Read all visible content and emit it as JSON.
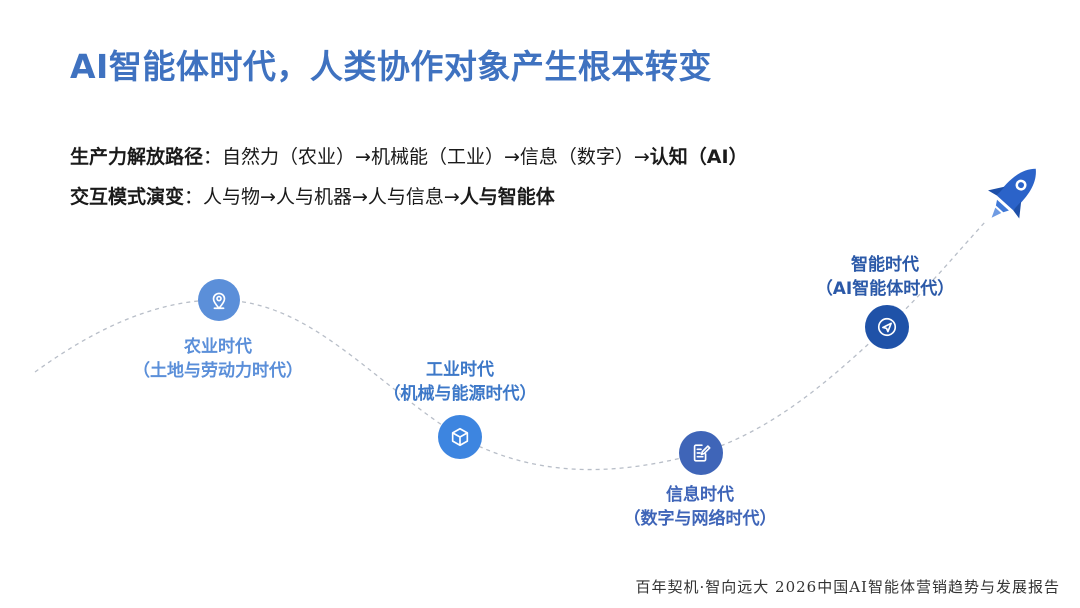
{
  "title": "AI智能体时代，人类协作对象产生根本转变",
  "line1": {
    "bold_label": "生产力解放路径",
    "colon": "：",
    "path": "自然力（农业）→机械能（工业）→信息（数字）→",
    "highlight": "认知（AI）"
  },
  "line2": {
    "bold_label": "交互模式演变",
    "colon": "：",
    "path": "人与物→人与机器→人与信息→",
    "highlight": "人与智能体"
  },
  "eras": [
    {
      "name": "农业时代",
      "desc": "（土地与劳动力时代）",
      "icon": "location-pin-icon",
      "color": "#5b8fd9"
    },
    {
      "name": "工业时代",
      "desc": "（机械与能源时代）",
      "icon": "cube-icon",
      "color": "#3d85e0"
    },
    {
      "name": "信息时代",
      "desc": "（数字与网络时代）",
      "icon": "document-edit-icon",
      "color": "#3f65b8"
    },
    {
      "name": "智能时代",
      "desc": "（AI智能体时代）",
      "icon": "paper-plane-icon",
      "color": "#1f52a8"
    }
  ],
  "rocket_icon": "rocket-icon",
  "footer": "百年契机·智向远大 2026中国AI智能体营销趋势与发展报告"
}
